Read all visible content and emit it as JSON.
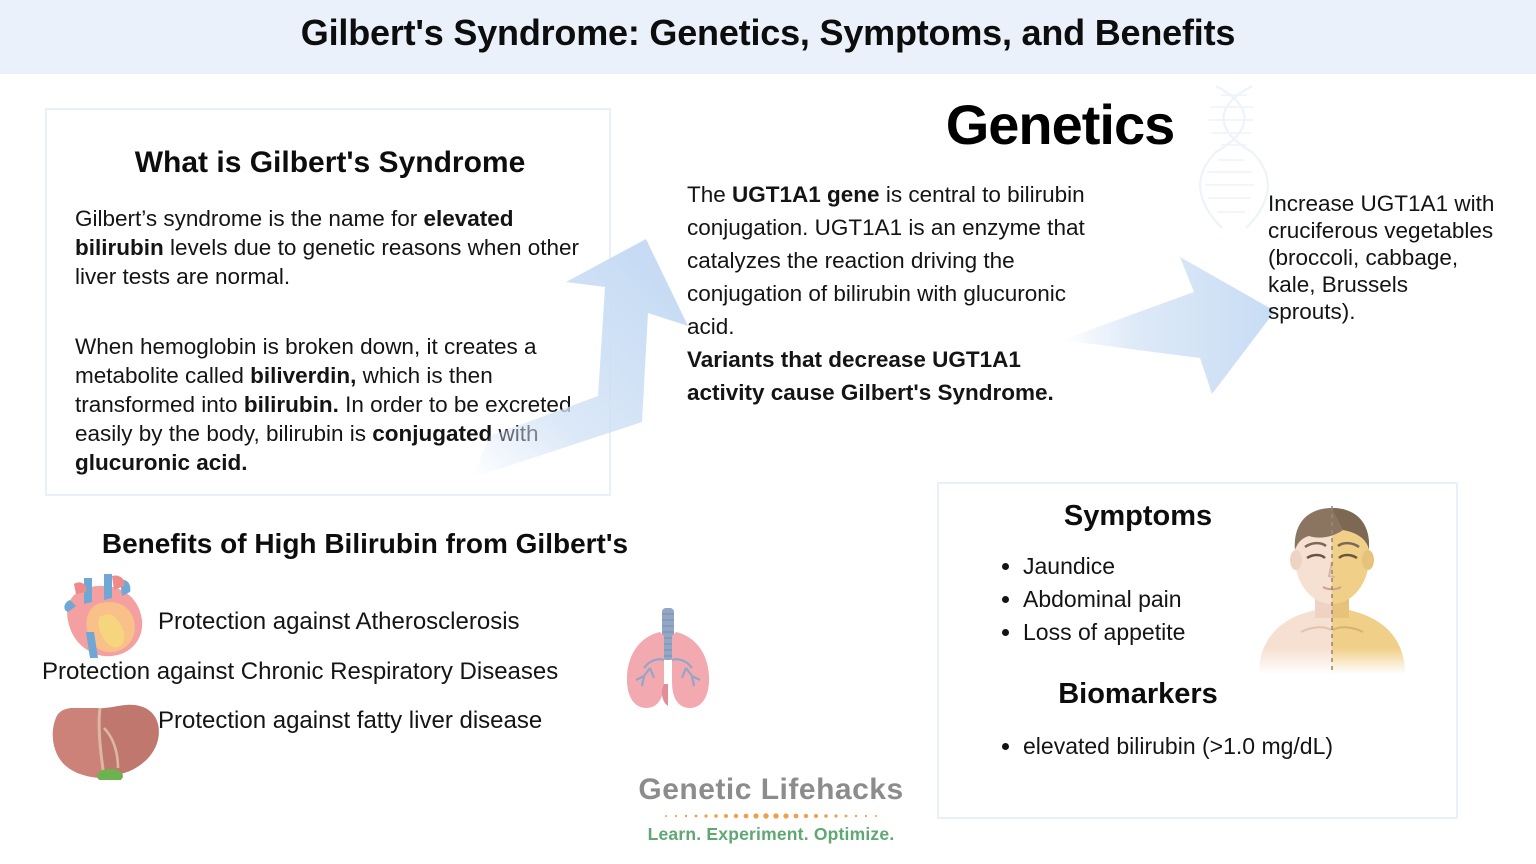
{
  "header": {
    "title": "Gilbert's Syndrome: Genetics, Symptoms, and Benefits",
    "band_color": "#ebf1fa"
  },
  "what_panel": {
    "heading": "What is Gilbert's Syndrome",
    "paragraph_1_html": "Gilbert’s syndrome is the name for <b>elevated bilirubin</b> levels due to genetic reasons when other liver tests are normal.",
    "paragraph_2_html": "When hemoglobin is broken down, it creates a metabolite called <b>biliverdin,</b> which is then transformed into <b>bilirubin.</b> In order to be excreted easily by the body, bilirubin is <b>conjugated</b> with <b>glucuronic acid.</b>",
    "border_color": "#e9f0fa"
  },
  "genetics": {
    "heading": "Genetics",
    "body_html": "The <b>UGT1A1 gene</b> is central to bilirubin conjugation. UGT1A1 is an enzyme that catalyzes the reaction driving the conjugation of bilirubin with glucuronic acid.<br><b>Variants that decrease UGT1A1 activity cause Gilbert's Syndrome.</b>"
  },
  "cruciferous": {
    "text": "Increase UGT1A1 with cruciferous vegetables (broccoli, cabbage, kale, Brussels sprouts)."
  },
  "arrows": {
    "color": "#cfe0f5",
    "up_right_label": "arrow-up-right",
    "right_label": "arrow-right"
  },
  "benefits": {
    "heading": "Benefits of High Bilirubin from Gilbert's",
    "items": [
      {
        "label": "Protection against Atherosclerosis",
        "icon": "heart-icon"
      },
      {
        "label": "Protection against Chronic Respiratory Diseases",
        "icon": "lungs-icon"
      },
      {
        "label": "Protection against fatty liver disease",
        "icon": "liver-icon"
      }
    ]
  },
  "symptoms_panel": {
    "symptoms_heading": "Symptoms",
    "symptoms": [
      "Jaundice",
      "Abdominal pain",
      "Loss of appetite"
    ],
    "biomarkers_heading": "Biomarkers",
    "biomarkers": [
      "elevated bilirubin (>1.0 mg/dL)"
    ],
    "illustration": "jaundice-person-icon",
    "border_color": "#e9f0fa"
  },
  "logo": {
    "wordmark": "Genetic Lifehacks",
    "tagline": "Learn. Experiment. Optimize.",
    "wordmark_color": "#8c8c8c",
    "tagline_color": "#5fa773",
    "dot_color": "#f0a04b"
  }
}
